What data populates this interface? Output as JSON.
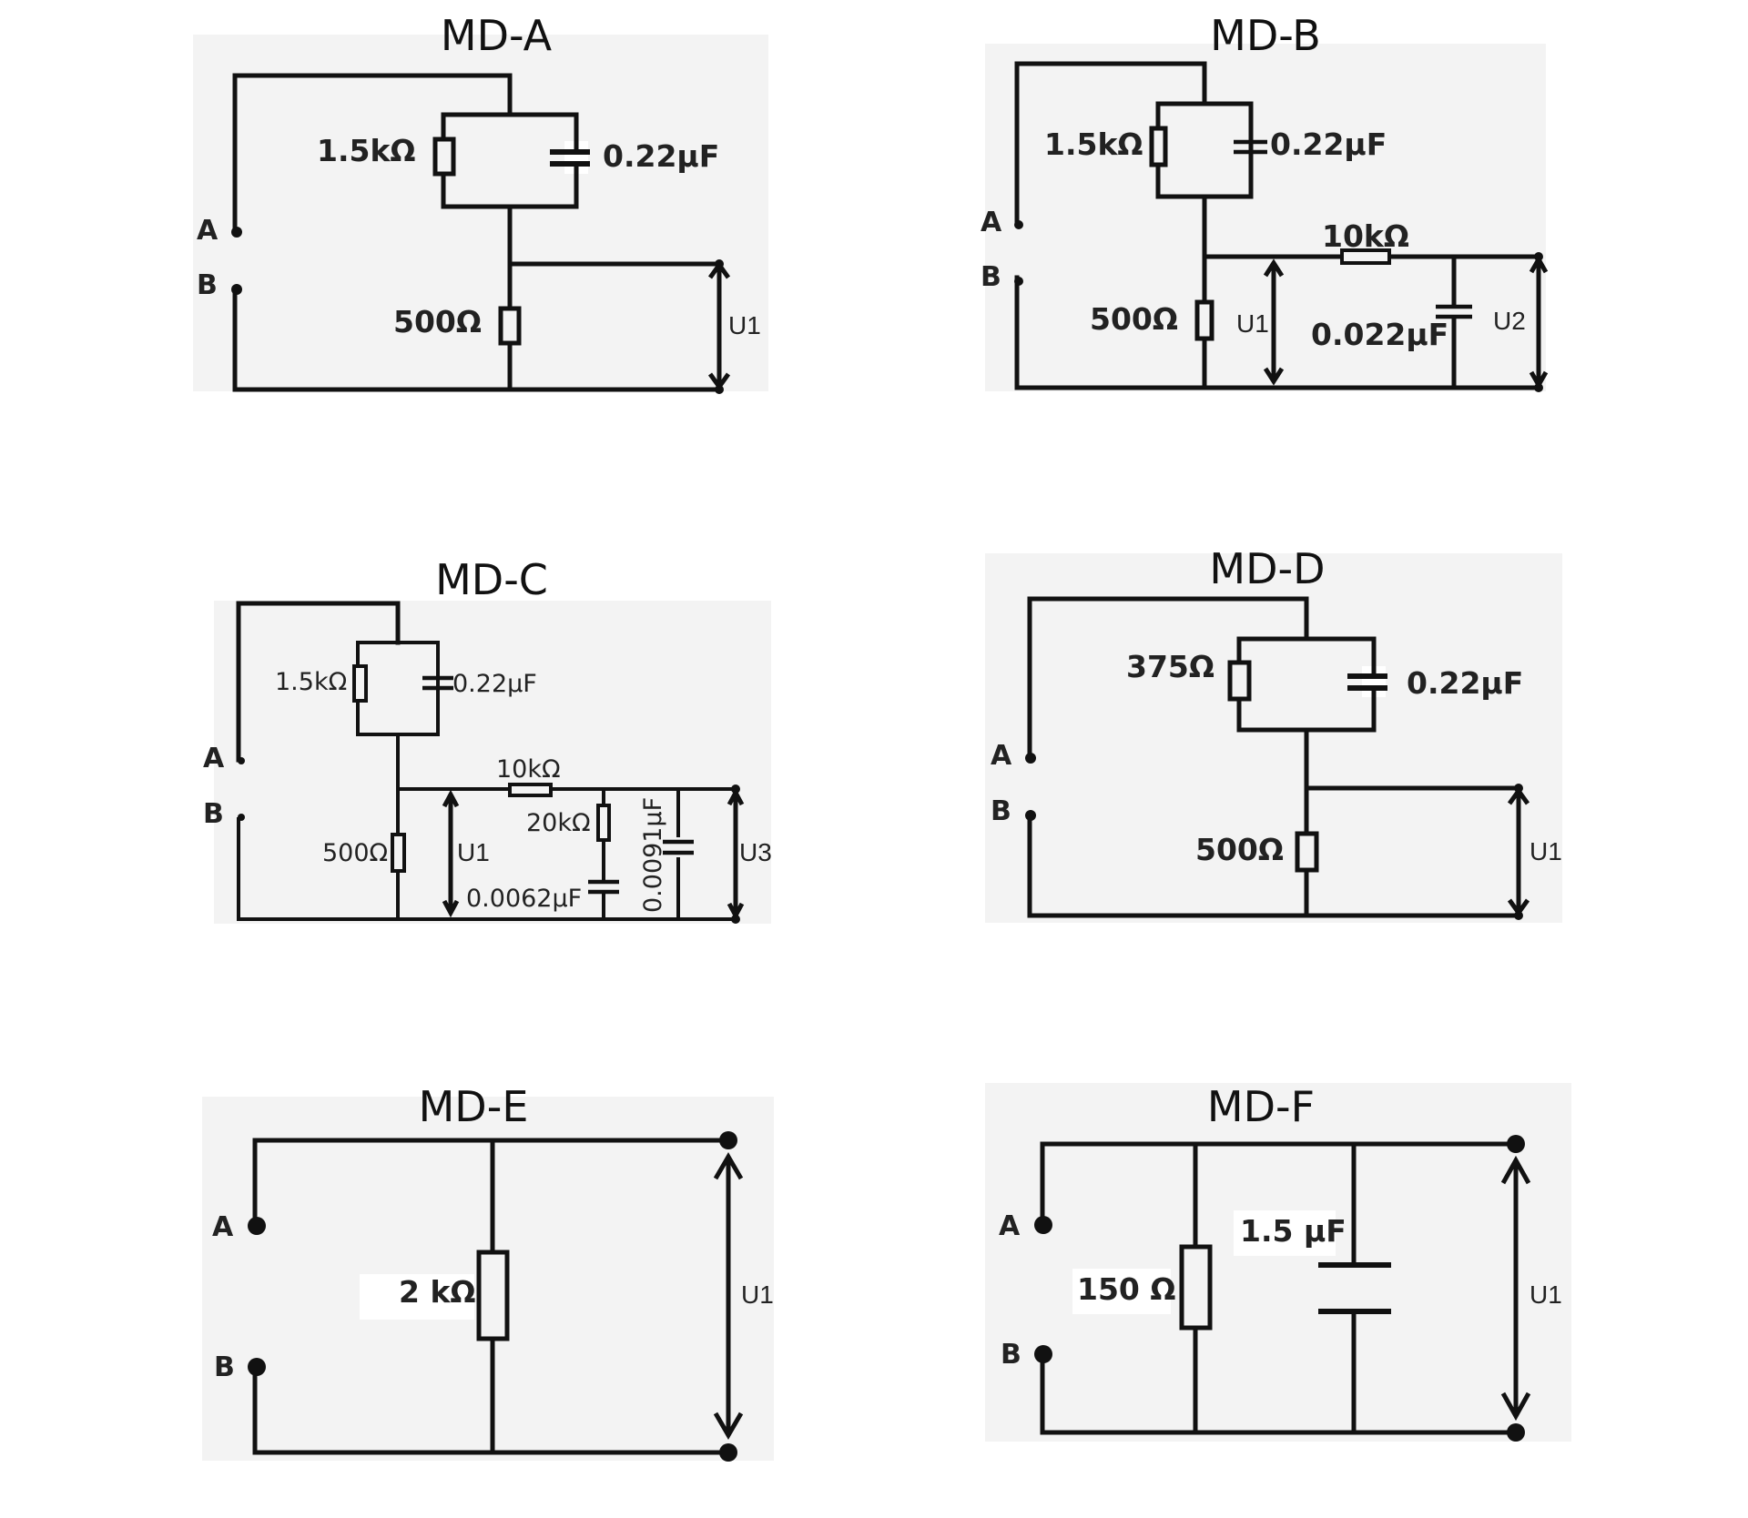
{
  "panels": [
    {
      "title": "MD-A",
      "terminals": {
        "a": "A",
        "b": "B"
      },
      "labels": {
        "r1": "1.5kΩ",
        "c1": "0.22μF",
        "r2": "500Ω",
        "u1": "U1"
      }
    },
    {
      "title": "MD-B",
      "terminals": {
        "a": "A",
        "b": "B"
      },
      "labels": {
        "r1": "1.5kΩ",
        "c1": "0.22μF",
        "r2": "500Ω",
        "u1": "U1",
        "r3": "10kΩ",
        "c2": "0.022μF",
        "u2": "U2"
      }
    },
    {
      "title": "MD-C",
      "terminals": {
        "a": "A",
        "b": "B"
      },
      "labels": {
        "r1": "1.5kΩ",
        "c1": "0.22μF",
        "r2": "500Ω",
        "u1": "U1",
        "r3": "10kΩ",
        "r4": "20kΩ",
        "c2": "0.0062μF",
        "c3": "0.0091μF",
        "u3": "U3"
      }
    },
    {
      "title": "MD-D",
      "terminals": {
        "a": "A",
        "b": "B"
      },
      "labels": {
        "r1": "375Ω",
        "c1": "0.22μF",
        "r2": "500Ω",
        "u1": "U1"
      }
    },
    {
      "title": "MD-E",
      "terminals": {
        "a": "A",
        "b": "B"
      },
      "labels": {
        "r1": "2 kΩ",
        "u1": "U1"
      }
    },
    {
      "title": "MD-F",
      "terminals": {
        "a": "A",
        "b": "B"
      },
      "labels": {
        "r1": "150 Ω",
        "c1": "1.5 μF",
        "u1": "U1"
      }
    }
  ]
}
